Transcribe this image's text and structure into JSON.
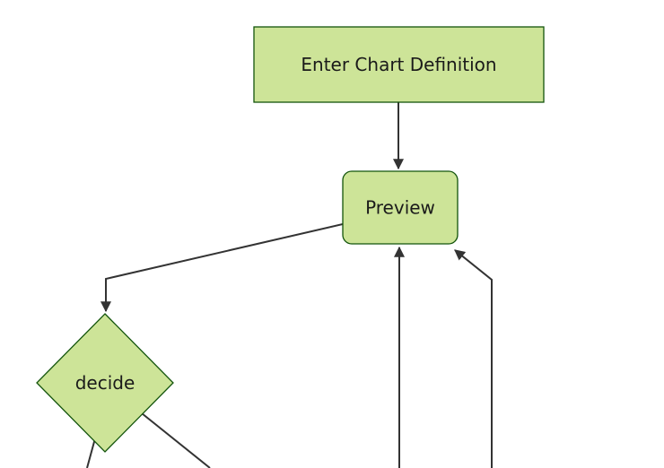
{
  "diagram": {
    "type": "flowchart",
    "direction": "top-down",
    "nodes": [
      {
        "id": "enter-chart-definition",
        "label": "Enter Chart Definition",
        "shape": "rectangle"
      },
      {
        "id": "preview",
        "label": "Preview",
        "shape": "rounded-rectangle"
      },
      {
        "id": "decide",
        "label": "decide",
        "shape": "diamond"
      }
    ],
    "edges": [
      {
        "from": "enter-chart-definition",
        "to": "preview",
        "arrow": true
      },
      {
        "from": "preview",
        "to": "decide",
        "arrow": true
      },
      {
        "from": "offscreen-bottom",
        "to": "preview",
        "arrow": true
      },
      {
        "from": "offscreen-bottom-right",
        "to": "preview",
        "arrow": true
      },
      {
        "from": "decide",
        "to": "offscreen-bottom-left",
        "arrow": false
      },
      {
        "from": "decide",
        "to": "offscreen-bottom-right",
        "arrow": false
      }
    ]
  },
  "colors": {
    "node_fill": "#cde498",
    "node_border": "#13540c",
    "edge": "#333333",
    "label_text": "#1a1a1a",
    "background": "#ffffff"
  }
}
